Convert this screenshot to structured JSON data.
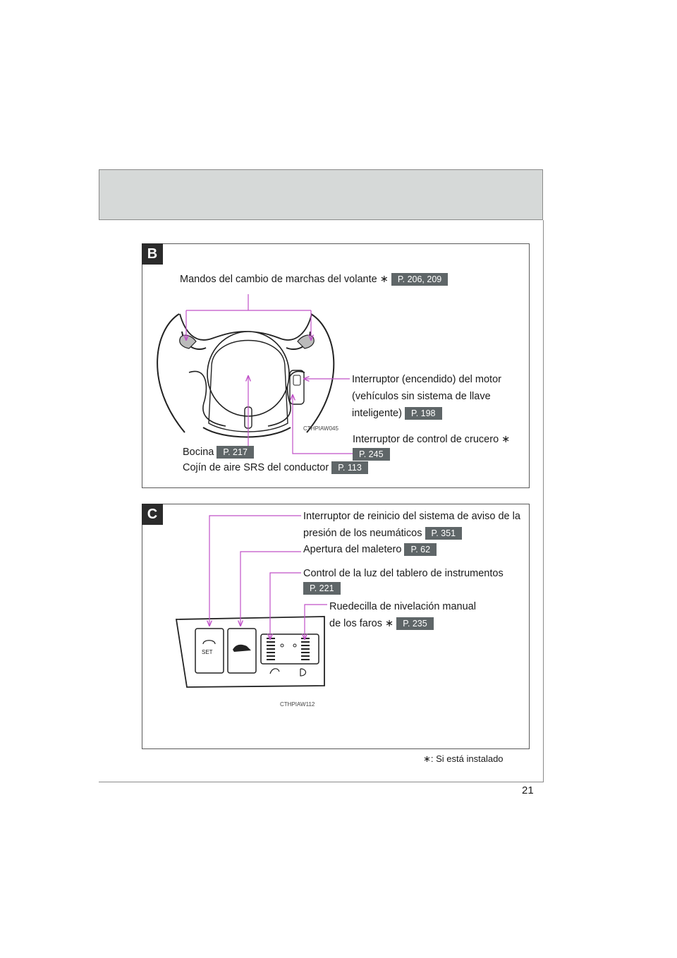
{
  "page": {
    "number": "21",
    "footnote_mark": "∗",
    "footnote": ": Si está instalado"
  },
  "colors": {
    "callout_line": "#c050c8",
    "header_band": "#d6d9d8",
    "ref_badge": "#5f6668",
    "section_tag": "#2b2b2b"
  },
  "section_b": {
    "tag": "B",
    "image_id": "CTHPIAW045",
    "callouts": {
      "paddles": {
        "text": "Mandos del cambio de marchas del volante",
        "mark": "∗",
        "ref": "P. 206, 209"
      },
      "engine_switch": {
        "line1": "Interruptor (encendido) del motor",
        "line2": "(vehículos sin sistema de llave",
        "line3": "inteligente)",
        "ref": "P. 198"
      },
      "cruise": {
        "text": "Interruptor de control de crucero",
        "mark": "∗",
        "ref": "P. 245"
      },
      "horn": {
        "text": "Bocina",
        "ref": "P. 217"
      },
      "airbag": {
        "text": "Cojín de aire SRS del conductor",
        "ref": "P. 113"
      }
    }
  },
  "section_c": {
    "tag": "C",
    "image_id": "CTHPIAW112",
    "switch_label": "SET",
    "callouts": {
      "tpms": {
        "line1": "Interruptor de reinicio del sistema de aviso de la",
        "line2": "presión de los neumáticos",
        "ref": "P. 351"
      },
      "trunk": {
        "text": "Apertura del maletero",
        "ref": "P. 62"
      },
      "dash_light": {
        "text": "Control de la luz del tablero de instrumentos",
        "ref": "P. 221"
      },
      "headlight": {
        "line1": "Ruedecilla de nivelación manual",
        "line2": "de los faros",
        "mark": "∗",
        "ref": "P. 235"
      }
    }
  }
}
